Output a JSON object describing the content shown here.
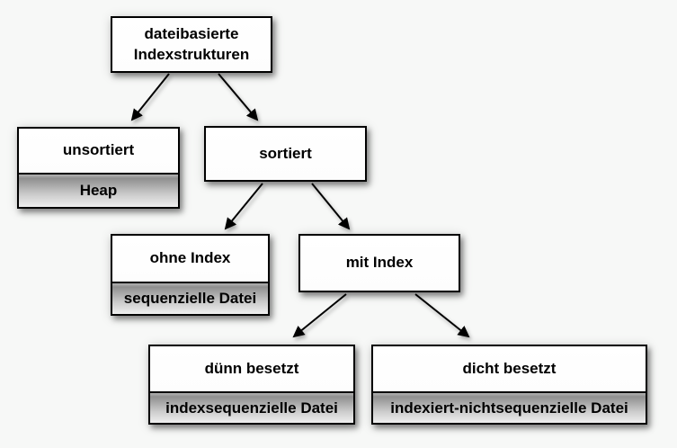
{
  "diagram": {
    "title": "dateibasierte Indexstrukturen",
    "nodes": [
      {
        "id": "root",
        "label": "dateibasierte Indexstrukturen",
        "sublabel": ""
      },
      {
        "id": "unsortiert",
        "label": "unsortiert",
        "sublabel": "Heap"
      },
      {
        "id": "sortiert",
        "label": "sortiert",
        "sublabel": ""
      },
      {
        "id": "ohne-index",
        "label": "ohne Index",
        "sublabel": "sequenzielle Datei"
      },
      {
        "id": "mit-index",
        "label": "mit Index",
        "sublabel": ""
      },
      {
        "id": "duenn-besetzt",
        "label": "dünn besetzt",
        "sublabel": "indexsequenzielle Datei"
      },
      {
        "id": "dicht-besetzt",
        "label": "dicht besetzt",
        "sublabel": "indexiert-nichtsequenzielle Datei"
      }
    ],
    "edges": [
      {
        "from": "root",
        "to": "unsortiert"
      },
      {
        "from": "root",
        "to": "sortiert"
      },
      {
        "from": "sortiert",
        "to": "ohne-index"
      },
      {
        "from": "sortiert",
        "to": "mit-index"
      },
      {
        "from": "mit-index",
        "to": "duenn-besetzt"
      },
      {
        "from": "mit-index",
        "to": "dicht-besetzt"
      }
    ],
    "colors": {
      "background": "#f7f8f7",
      "box_fill": "#ffffff",
      "box_border": "#000000",
      "sublabel_gradient_top": "#8f8f8f",
      "sublabel_gradient_bottom": "#efefef",
      "arrow": "#000000"
    }
  }
}
